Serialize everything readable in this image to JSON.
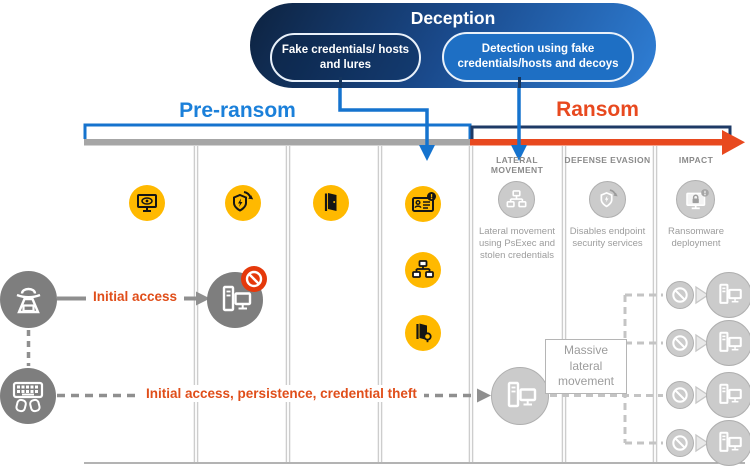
{
  "deception": {
    "title": "Deception",
    "pill_left": "Fake credentials/ hosts and lures",
    "pill_right": "Detection using fake credentials/hosts and decoys"
  },
  "phases": {
    "pre_label": "Pre-ransom",
    "ransom_label": "Ransom"
  },
  "annotations": {
    "initial_access": "Initial access",
    "initial_access_full": "Initial access, persistence, credential theft",
    "massive_lateral": "Massive lateral movement"
  },
  "ransom_columns": [
    {
      "id": "lateral-movement",
      "header": "LATERAL MOVEMENT",
      "description": "Lateral movement using PsExec and stolen credentials"
    },
    {
      "id": "defense-evasion",
      "header": "DEFENSE EVASION",
      "description": "Disables endpoint security services"
    },
    {
      "id": "impact",
      "header": "IMPACT",
      "description": "Ransomware deployment"
    }
  ],
  "icons": [
    "monitor-eye",
    "shield-refresh",
    "open-door",
    "id-card-alert",
    "org-chart",
    "exit-door",
    "spy-attacker",
    "keyboard-hands",
    "computer",
    "prohibition",
    "network-tree",
    "shield-refresh-gray",
    "monitor-lock-alert"
  ],
  "colors": {
    "blue": "#1573ce",
    "blue_text": "#1b80da",
    "navy": "#1e3a66",
    "orange": "#e8491f",
    "label_orange": "#e04e1a",
    "yellow": "#ffb900",
    "timeline_gray": "#a6a6a6",
    "dark_circle_gray": "#7e7e7e",
    "light_circle_gray": "#cbcbcb",
    "red_badge": "#e5390b",
    "banner_gradient_start": "#0d223f",
    "banner_gradient_end": "#2f7fd6"
  }
}
